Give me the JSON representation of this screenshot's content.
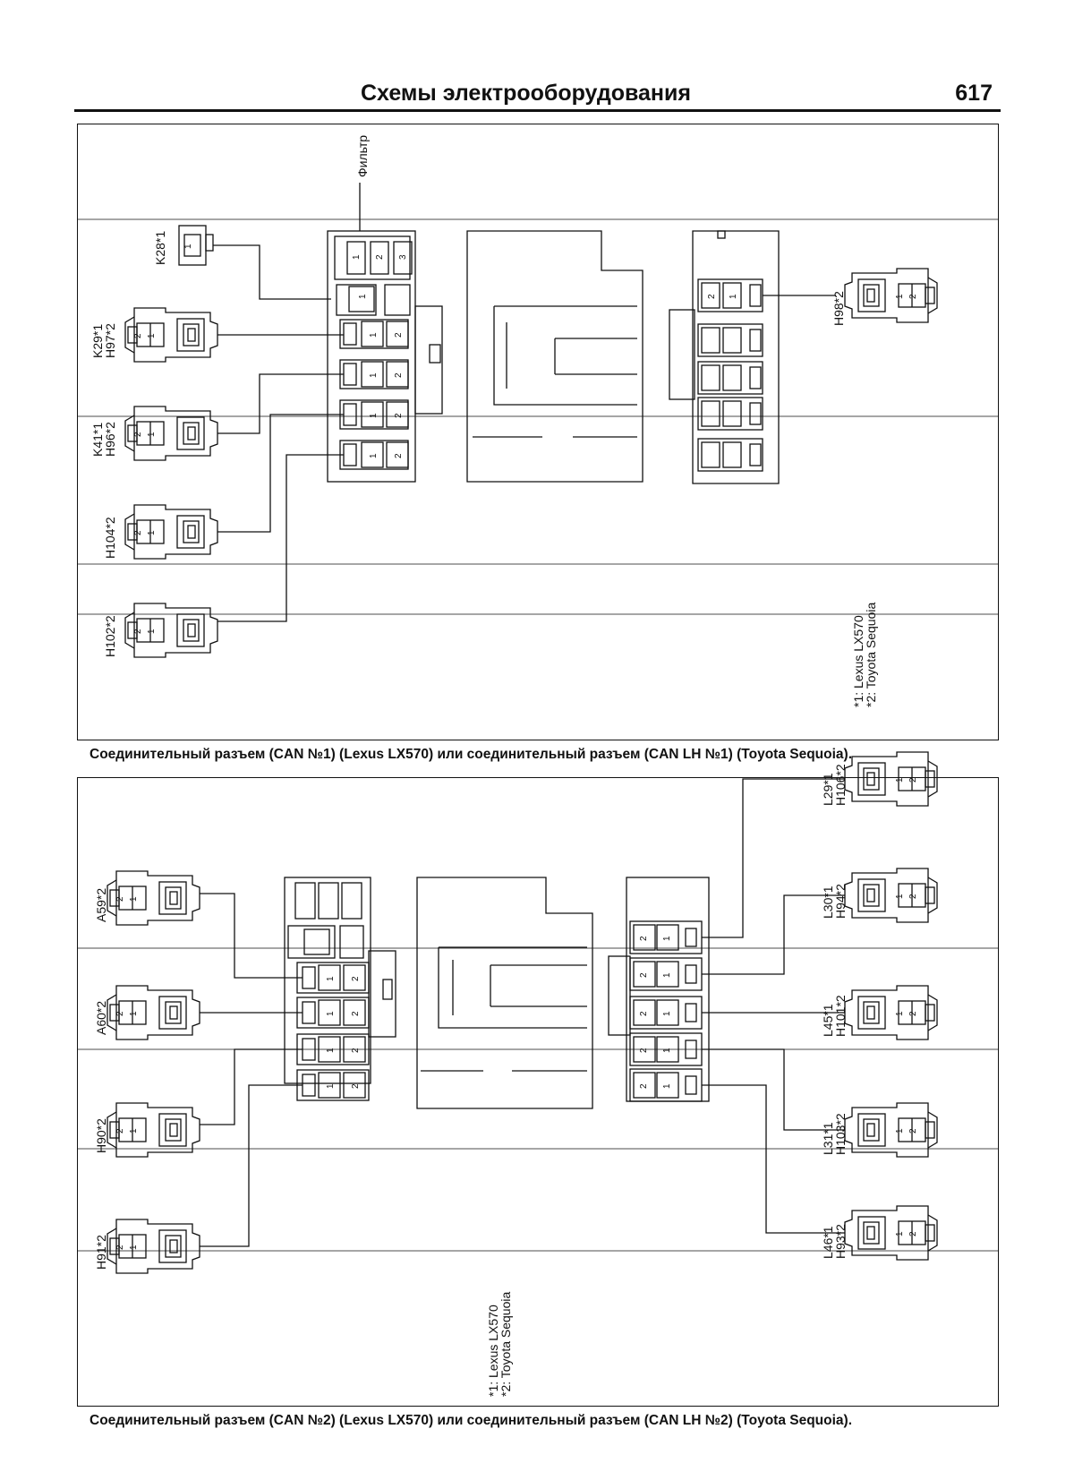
{
  "header": {
    "title": "Схемы электрооборудования",
    "page_number": "617"
  },
  "panel1": {
    "caption": "Соединительный разъем (CAN №1) (Lexus LX570) или соединительный разъем (CAN LH №1) (Toyota Sequoia).",
    "filter_label": "Фильтр",
    "labels": {
      "k28": "K28*1",
      "k29_h97": [
        "K29*1",
        "H97*2"
      ],
      "k41_h96": [
        "K41*1",
        "H96*2"
      ],
      "h104": "H104*2",
      "h102": "H102*2",
      "h98": "H98*2"
    },
    "footnotes": [
      "*1: Lexus LX570",
      "*2: Toyota Sequoia"
    ]
  },
  "panel2": {
    "caption": "Соединительный разъем (CAN №2) (Lexus LX570) или соединительный разъем (CAN LH №2) (Toyota Sequoia).",
    "labels": {
      "a59": "A59*2",
      "a60": "A60*2",
      "h90": "H90*2",
      "h91": "H91*2",
      "l29_h106": [
        "L29*1",
        "H106*2"
      ],
      "l30_h94": [
        "L30*1",
        "H94*2"
      ],
      "l45_h101": [
        "L45*1",
        "H101*2"
      ],
      "l31_h103": [
        "L31*1",
        "H103*2"
      ],
      "l46_h93": [
        "L46*1",
        "H93*2"
      ]
    },
    "footnotes": [
      "*1: Lexus LX570",
      "*2: Toyota Sequoia"
    ]
  },
  "pins": {
    "one": "1",
    "two": "2",
    "three": "3"
  }
}
